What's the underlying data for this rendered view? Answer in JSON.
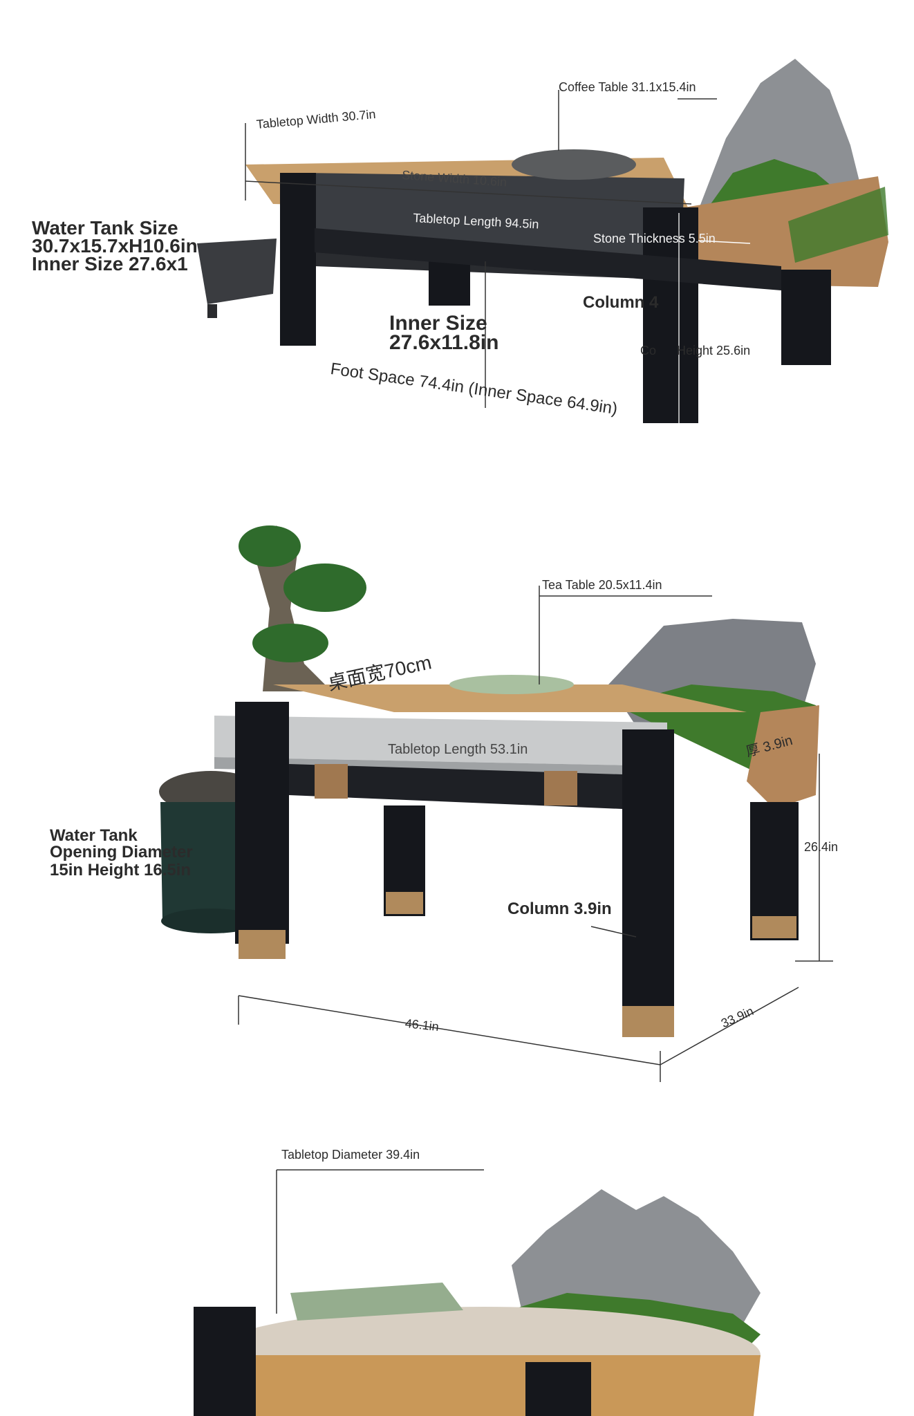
{
  "table1": {
    "coffee_table": "Coffee Table 31.1x15.4in",
    "tabletop_width": "Tabletop Width 30.7in",
    "stone_width": "Stone Width 10.6in",
    "tabletop_length": "Tabletop Length 94.5in",
    "stone_thickness": "Stone Thickness 5.5in",
    "water_tank_line1": "Water Tank Size",
    "water_tank_line2": "30.7x15.7xH10.6in",
    "water_tank_line3": "Inner Size 27.6x1",
    "column": "Column 4",
    "inner_size_line1": "Inner Size",
    "inner_size_line2": "27.6x11.8in",
    "column_height": "Co      Height 25.6in",
    "foot_space": "Foot Space 74.4in (Inner Space 64.9in)"
  },
  "table2": {
    "tea_table": "Tea Table 20.5x11.4in",
    "tabletop_width_cn": "桌面宽70cm",
    "tabletop_length": "Tabletop Length 53.1in",
    "thickness_cn": "厚 3.9in",
    "water_tank_line1": "Water Tank",
    "water_tank_line2": "Opening Diameter",
    "water_tank_line3": "15in Height 16.5in",
    "height": "26.4in",
    "column": "Column 3.9in",
    "length": "46.1in",
    "depth": "33.9in"
  },
  "table3": {
    "tabletop_diameter": "Tabletop Diameter 39.4in"
  },
  "colors": {
    "frame_black": "#15171c",
    "wood": "#c9a06c",
    "stone_dark": "#3a3d42",
    "stone_light": "#b9bcbd",
    "moss": "#3f7a2c",
    "rock": "#8d9094"
  }
}
